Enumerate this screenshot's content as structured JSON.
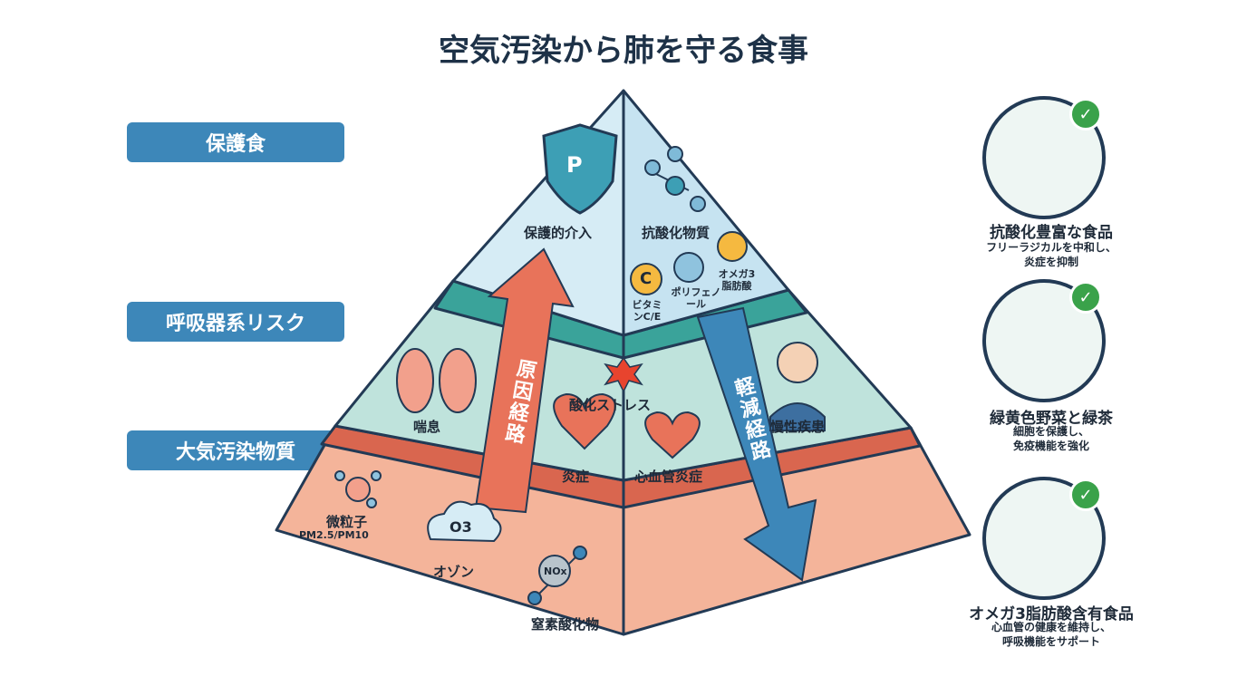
{
  "title": "空気汚染から肺を守る食事",
  "tiers": [
    "保護食",
    "呼吸器系リスク",
    "大気汚染物質"
  ],
  "top": {
    "intervention": "保護的介入",
    "antioxidants": "抗酸化物質",
    "vitamin": "ビタミンC/E",
    "vitamin_glyph": "C",
    "polyphenol": "ポリフェノール",
    "omega": "オメガ3脂肪酸",
    "shield_glyph": "P"
  },
  "middle": {
    "asthma": "喘息",
    "oxidative_stress": "酸化ストレス",
    "chronic": "慢性疾患",
    "inflammation": "炎症",
    "cardio": "心血管炎症"
  },
  "bottom": {
    "pm": "微粒子",
    "pm_sub": "PM2.5/PM10",
    "ozone": "オゾン",
    "ozone_glyph": "O3",
    "nox": "窒素酸化物",
    "nox_glyph": "NOx"
  },
  "arrows": {
    "cause": "原因経路",
    "mitigate": "軽減経路"
  },
  "foods": [
    {
      "title": "抗酸化豊富な食品",
      "desc": [
        "フリーラジカルを中和し、",
        "炎症を抑制"
      ]
    },
    {
      "title": "緑黄色野菜と緑茶",
      "desc": [
        "細胞を保護し、",
        "免疫機能を強化"
      ]
    },
    {
      "title": "オメガ3脂肪酸含有食品",
      "desc": [
        "心血管の健康を維持し、",
        "呼吸機能をサポート"
      ]
    }
  ],
  "check_glyph": "✓",
  "colors": {
    "blue": "#3d87b9",
    "salmon": "#f4b49a",
    "teal": "#bfe3dc",
    "sky": "#d6ecf5",
    "orange": "#e8735a"
  }
}
